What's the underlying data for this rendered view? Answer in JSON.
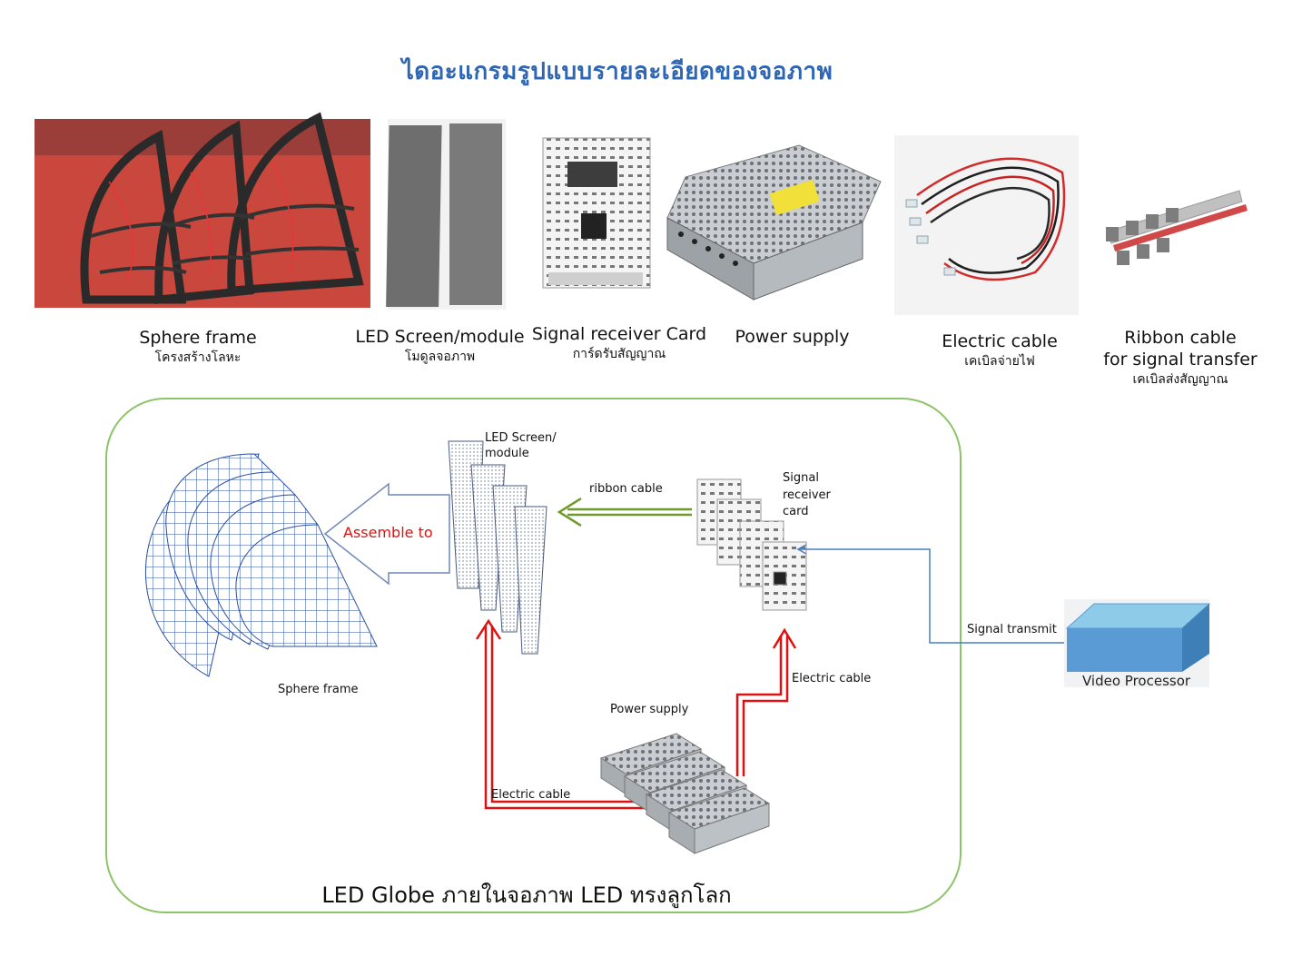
{
  "title": "ไดอะแกรมรูปแบบรายละเอียดของจอภาพ",
  "components": [
    {
      "name": "Sphere frame",
      "thai": "โครงสร้างโลหะ"
    },
    {
      "name": "LED Screen/module",
      "thai": "โมดูลจอภาพ"
    },
    {
      "name": "Signal receiver Card",
      "thai": "การ์ดรับสัญญาณ"
    },
    {
      "name": "Power supply",
      "thai": ""
    },
    {
      "name": "Electric cable",
      "thai": "เคเบิลจ่ายไฟ"
    },
    {
      "name": "Ribbon cable",
      "name2": "for signal transfer",
      "thai": "เคเบิลส่งสัญญาณ"
    }
  ],
  "diagram": {
    "sphere_frame": "Sphere frame",
    "assemble": "Assemble to",
    "led_module_line1": "LED Screen/",
    "led_module_line2": "module",
    "ribbon_cable": "ribbon  cable",
    "receiver_line1": "Signal",
    "receiver_line2": "receiver",
    "receiver_line3": "card",
    "signal_transmit": "Signal transmit",
    "video_processor": "Video Processor",
    "electric_cable_right": "Electric cable",
    "power_supply": "Power supply",
    "electric_cable_left": "Electric cable",
    "caption": "LED Globe ภายในจอภาพ LED ทรงลูกโลก"
  },
  "colors": {
    "title": "#2e66b3",
    "frame_border": "#8dc468",
    "mesh": "#2a4fa0",
    "ribbon_arrow": "#6f9a2a",
    "electric_arrow": "#e01010",
    "signal_line": "#4a7fc4",
    "video_box": "#5a9bd5",
    "video_box_top": "#8ecbe8"
  }
}
